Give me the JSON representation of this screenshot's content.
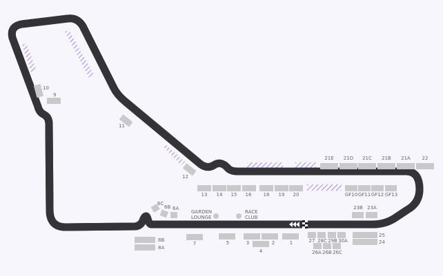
{
  "colors": {
    "background": "#f7f6fd",
    "track": "#333338",
    "track_line": "#ffffff",
    "stand": "#c9c9cb",
    "hatch": "#7b3fe4",
    "label": "#666666"
  },
  "stands": {
    "s21E": "21E",
    "s21D": "21D",
    "s21C": "21C",
    "s21B": "21B",
    "s21A": "21A",
    "s22": "22",
    "s13": "13",
    "s14": "14",
    "s15": "15",
    "s16": "16",
    "s18": "18",
    "s19": "19",
    "s20": "20",
    "gf10": "GF10",
    "gf11": "GF11",
    "gf12": "GF12",
    "gf13": "GF13",
    "s23B": "23B",
    "s23A": "23A",
    "s7": "7",
    "s5": "5",
    "s3": "3",
    "s2": "2",
    "s4": "4",
    "s1": "1",
    "s27": "27",
    "s28C": "28C",
    "s29B": "29B",
    "s30A": "30A",
    "s26A": "26A",
    "s26B": "26B",
    "s26C": "26C",
    "s25": "25",
    "s24": "24",
    "s8B": "8B",
    "s8A": "8A",
    "s6C": "6C",
    "s6B": "6B",
    "s6A": "6A",
    "s10": "10",
    "s9": "9",
    "s11": "11",
    "s12": "12"
  },
  "venues": {
    "garden_lounge": [
      "GARDEN",
      "LOUNGE"
    ],
    "race_club": [
      "RACE",
      "CLUB"
    ]
  }
}
